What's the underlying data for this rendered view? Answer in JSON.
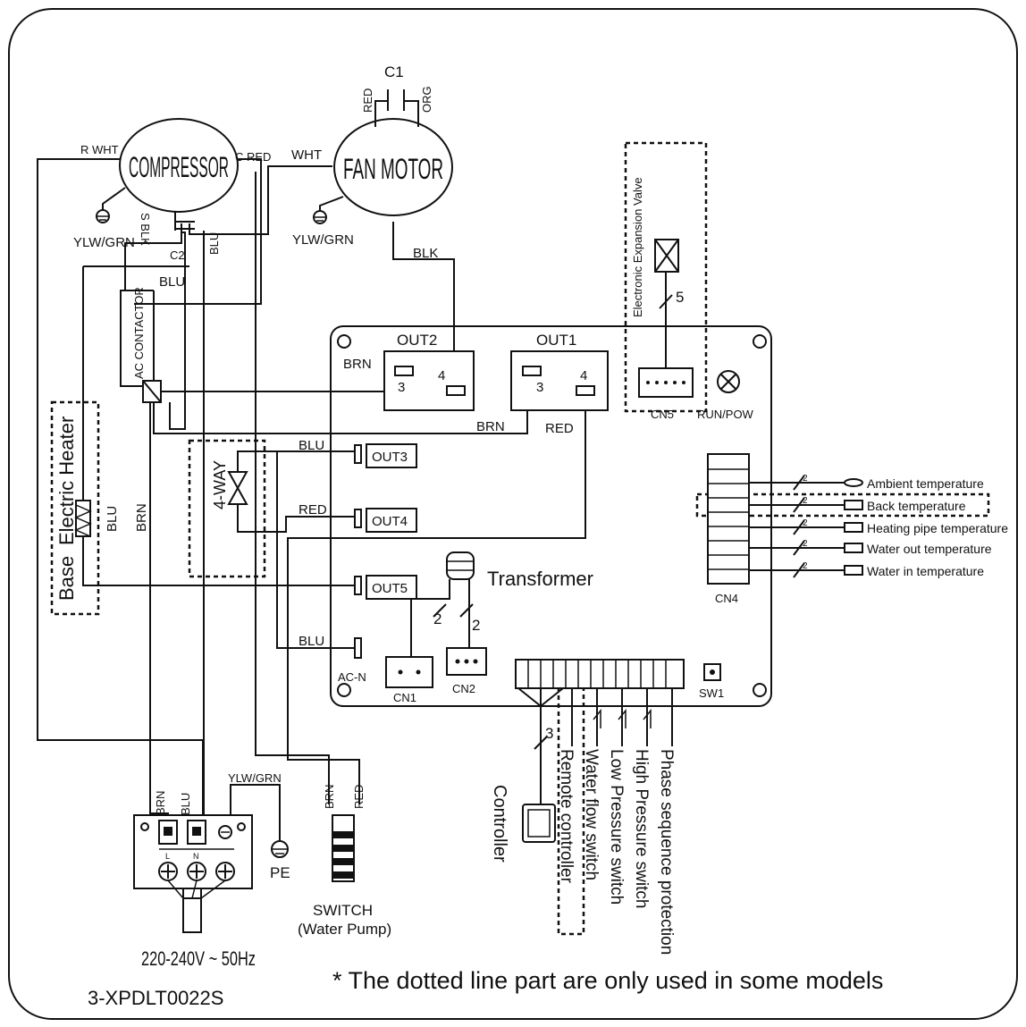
{
  "components": {
    "compressor": "COMPRESSOR",
    "fan_motor": "FAN MOTOR",
    "capacitor_fan": "C1",
    "capacitor_comp": "C2",
    "ac_contactor": "AC CONTACTOR",
    "four_way": "4-WAY",
    "electric_heater": "Electric  Heater",
    "base": "Base",
    "transformer": "Transformer",
    "eev": "Electronic Expansion Valve",
    "controller": "Controller",
    "switch": "SWITCH",
    "switch_sub": "(Water Pump)",
    "pe": "PE",
    "power": "220-240V ~ 50Hz"
  },
  "wire_labels": {
    "rwht": "R WHT",
    "c_red": "C RED",
    "wht": "WHT",
    "red": "RED",
    "org": "ORG",
    "s_blk": "S BLK",
    "blu": "BLU",
    "blk": "BLK",
    "brn": "BRN",
    "ylw_grn": "YLW/GRN",
    "eev_count": "5",
    "two": "2",
    "three": "3",
    "four": "4",
    "terminal_l": "L",
    "terminal_n": "N"
  },
  "board": {
    "out1": "OUT1",
    "out2": "OUT2",
    "out3": "OUT3",
    "out4": "OUT4",
    "out5": "OUT5",
    "cn1": "CN1",
    "cn2": "CN2",
    "cn4": "CN4",
    "cn5": "CN5",
    "ac_n": "AC-N",
    "sw1": "SW1",
    "run_pow": "RUN/POW"
  },
  "sensors": [
    "Ambient temperature",
    "Back temperature",
    "Heating pipe temperature",
    "Water out temperature",
    "Water in temperature"
  ],
  "inputs": [
    "Remote controller",
    "Water flow switch",
    "Low Pressure switch",
    "High Pressure switch",
    "Phase sequence protection"
  ],
  "footer": {
    "note": "* The dotted line part are only used in some models",
    "model": "3-XPDLT0022S"
  }
}
